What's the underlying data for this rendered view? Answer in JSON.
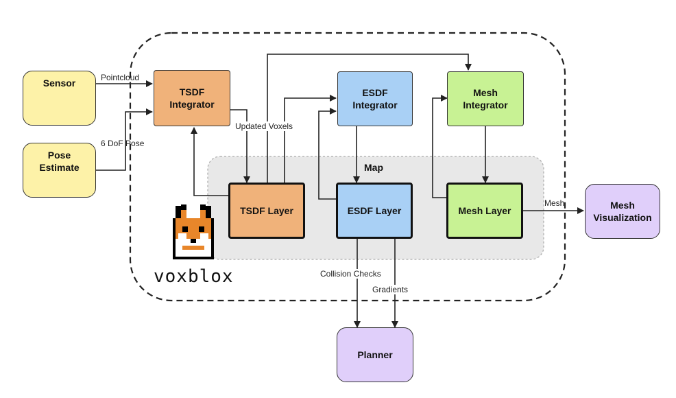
{
  "nodes": {
    "sensor": "Sensor",
    "pose_estimate": "Pose\nEstimate",
    "tsdf_integrator": "TSDF\nIntegrator",
    "esdf_integrator": "ESDF\nIntegrator",
    "mesh_integrator": "Mesh\nIntegrator",
    "tsdf_layer": "TSDF Layer",
    "esdf_layer": "ESDF Layer",
    "mesh_layer": "Mesh Layer",
    "mesh_visualization": "Mesh\nVisualization",
    "planner": "Planner"
  },
  "group_label": "Map",
  "edges": {
    "pointcloud": "Pointcloud",
    "pose": "6 DoF Pose",
    "updated_voxels": "Updated Voxels",
    "mesh": "Mesh",
    "collision_checks": "Collision Checks",
    "gradients": "Gradients"
  },
  "logo_text": "voxblox",
  "colors": {
    "sensor_fill": "#fdf2a8",
    "tsdf_fill": "#f0b27a",
    "esdf_fill": "#a9d0f5",
    "mesh_fill": "#c8f294",
    "purple_fill": "#e0cffa",
    "map_fill": "#e8e8e8"
  }
}
